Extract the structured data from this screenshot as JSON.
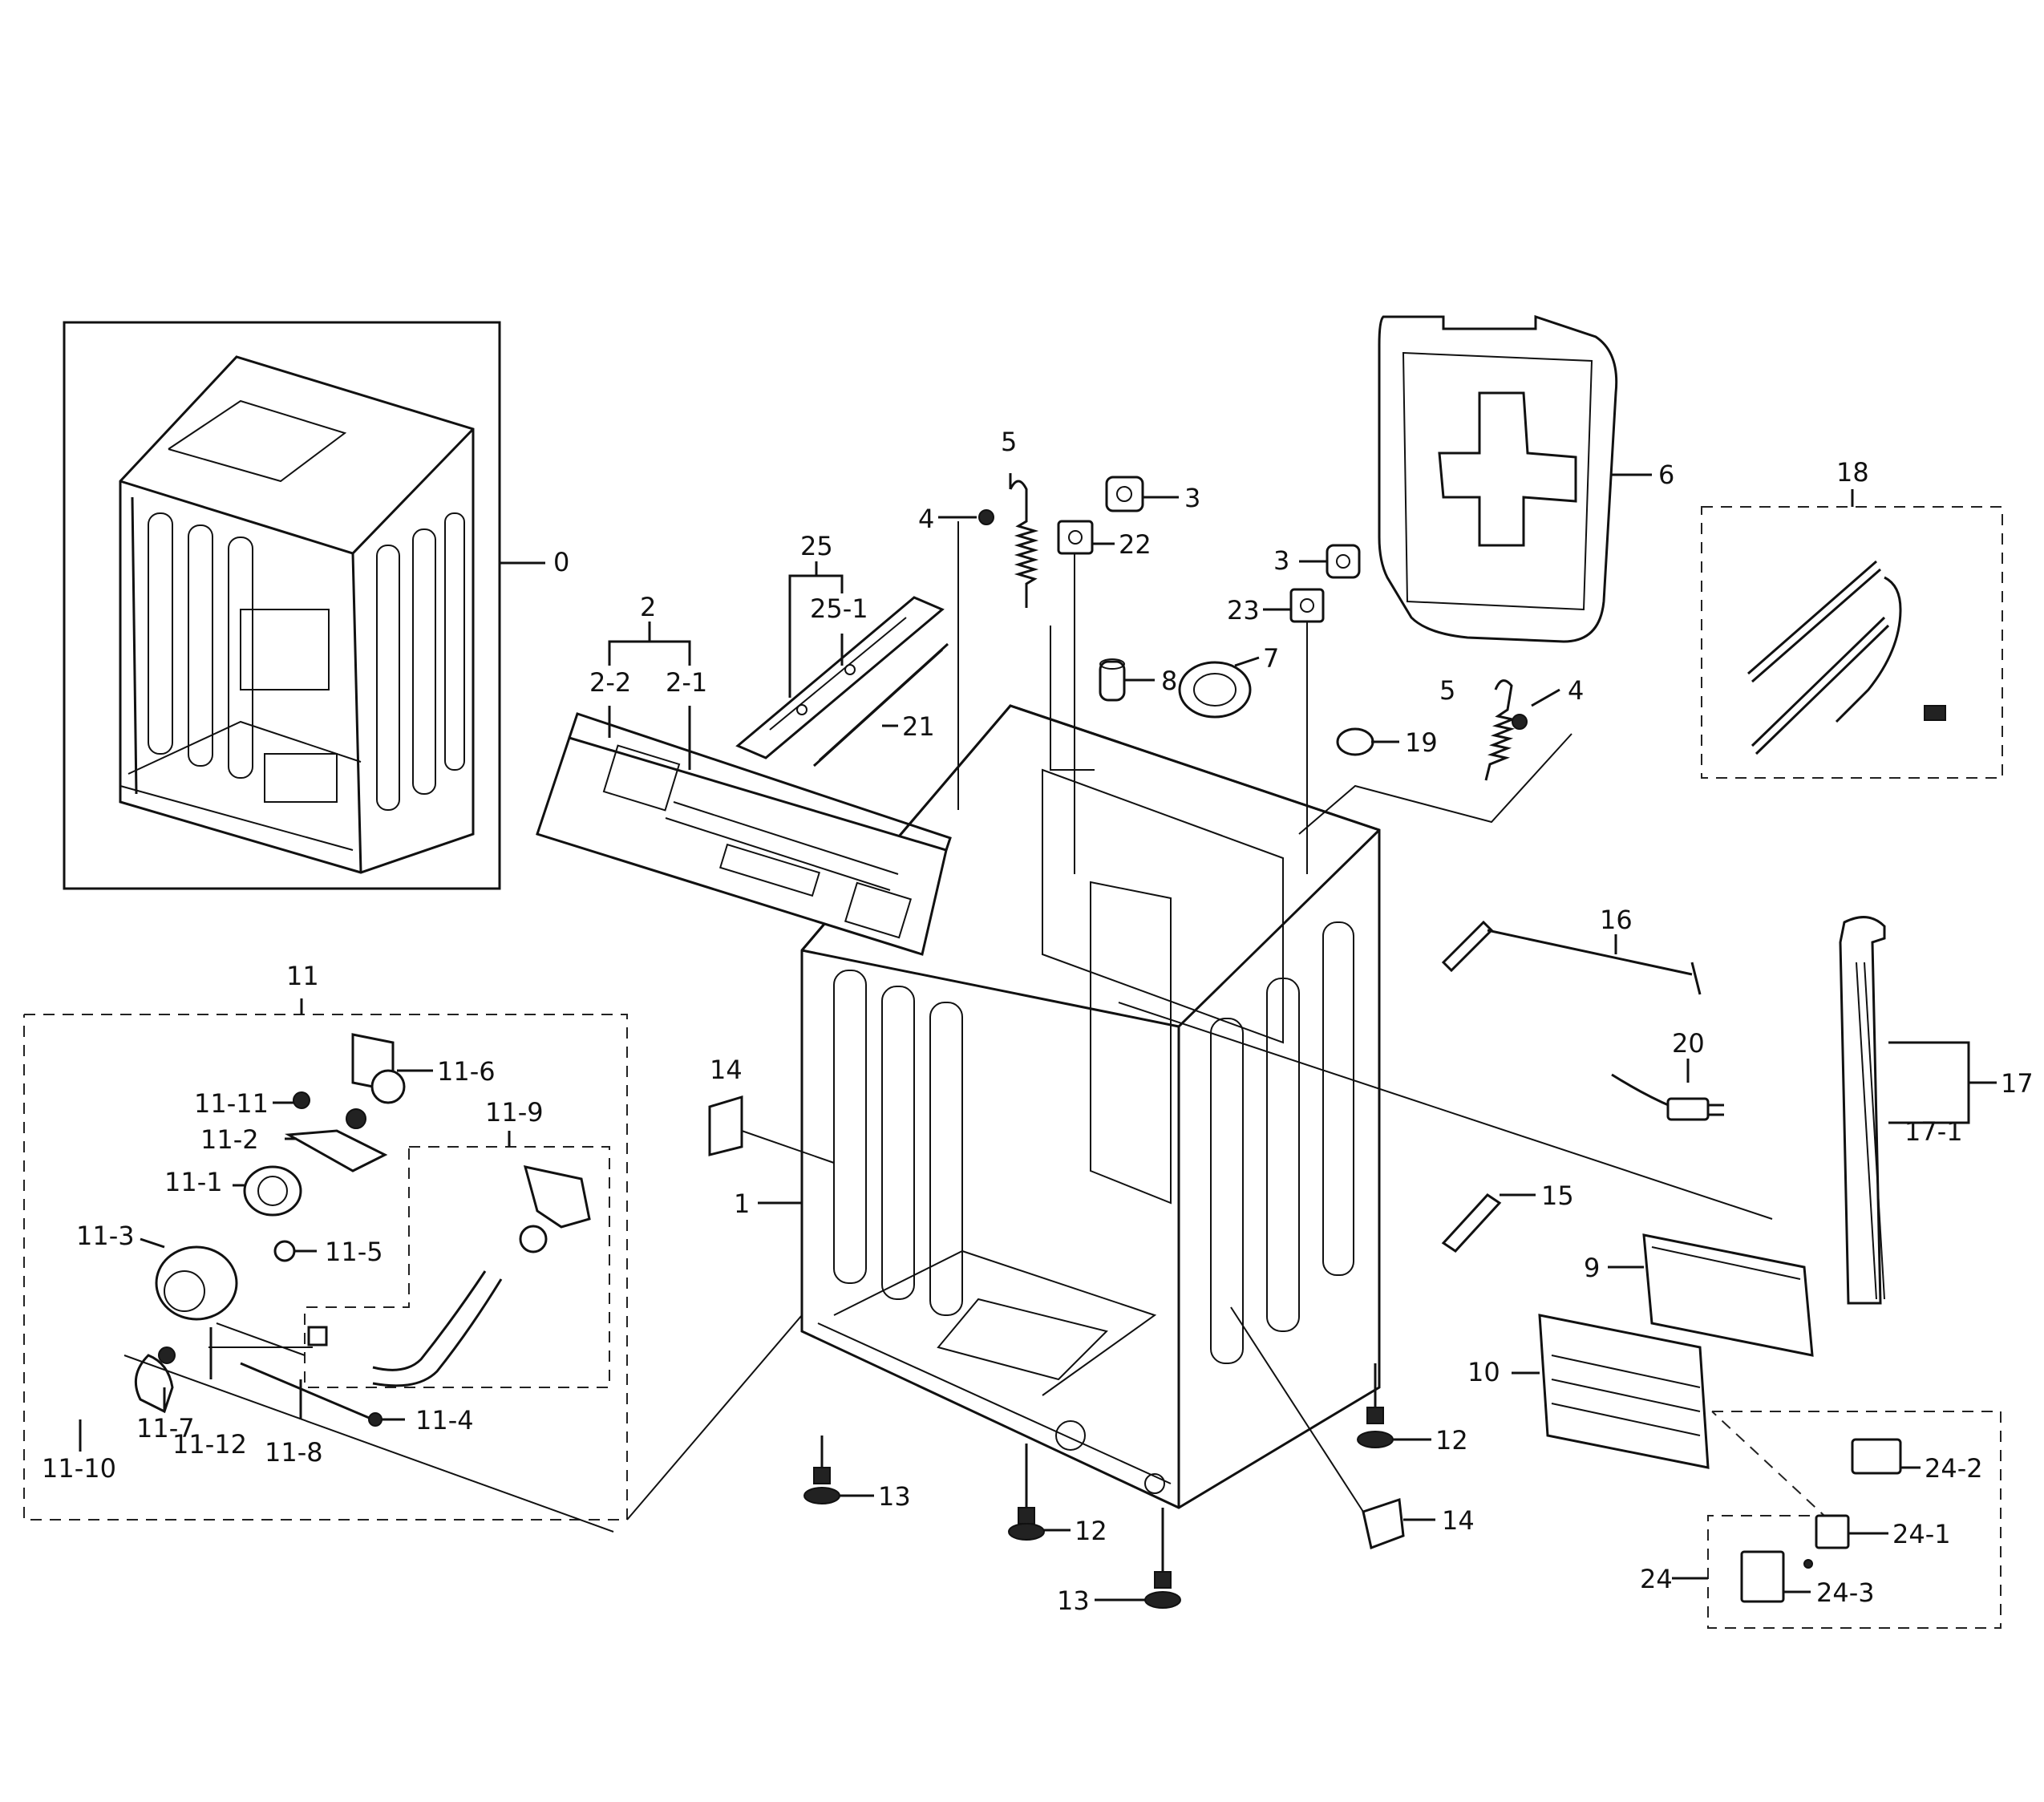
{
  "labels": [
    {
      "id": "0",
      "text": "0"
    },
    {
      "id": "1",
      "text": "1"
    },
    {
      "id": "2",
      "text": "2"
    },
    {
      "id": "2-1",
      "text": "2-1"
    },
    {
      "id": "2-2",
      "text": "2-2"
    },
    {
      "id": "3a",
      "text": "3"
    },
    {
      "id": "3b",
      "text": "3"
    },
    {
      "id": "4a",
      "text": "4"
    },
    {
      "id": "4b",
      "text": "4"
    },
    {
      "id": "5a",
      "text": "5"
    },
    {
      "id": "5b",
      "text": "5"
    },
    {
      "id": "6",
      "text": "6"
    },
    {
      "id": "7",
      "text": "7"
    },
    {
      "id": "8",
      "text": "8"
    },
    {
      "id": "9",
      "text": "9"
    },
    {
      "id": "10",
      "text": "10"
    },
    {
      "id": "11",
      "text": "11"
    },
    {
      "id": "11-1",
      "text": "11-1"
    },
    {
      "id": "11-2",
      "text": "11-2"
    },
    {
      "id": "11-3",
      "text": "11-3"
    },
    {
      "id": "11-4",
      "text": "11-4"
    },
    {
      "id": "11-5",
      "text": "11-5"
    },
    {
      "id": "11-6",
      "text": "11-6"
    },
    {
      "id": "11-7",
      "text": "11-7"
    },
    {
      "id": "11-8",
      "text": "11-8"
    },
    {
      "id": "11-9",
      "text": "11-9"
    },
    {
      "id": "11-10",
      "text": "11-10"
    },
    {
      "id": "11-11",
      "text": "11-11"
    },
    {
      "id": "11-12",
      "text": "11-12"
    },
    {
      "id": "12a",
      "text": "12"
    },
    {
      "id": "12b",
      "text": "12"
    },
    {
      "id": "13a",
      "text": "13"
    },
    {
      "id": "13b",
      "text": "13"
    },
    {
      "id": "14a",
      "text": "14"
    },
    {
      "id": "14b",
      "text": "14"
    },
    {
      "id": "15",
      "text": "15"
    },
    {
      "id": "16",
      "text": "16"
    },
    {
      "id": "17",
      "text": "17"
    },
    {
      "id": "17-1",
      "text": "17-1"
    },
    {
      "id": "18",
      "text": "18"
    },
    {
      "id": "19",
      "text": "19"
    },
    {
      "id": "20",
      "text": "20"
    },
    {
      "id": "21",
      "text": "21"
    },
    {
      "id": "22",
      "text": "22"
    },
    {
      "id": "23",
      "text": "23"
    },
    {
      "id": "24",
      "text": "24"
    },
    {
      "id": "24-1",
      "text": "24-1"
    },
    {
      "id": "24-2",
      "text": "24-2"
    },
    {
      "id": "24-3",
      "text": "24-3"
    },
    {
      "id": "25",
      "text": "25"
    },
    {
      "id": "25-1",
      "text": "25-1"
    }
  ]
}
